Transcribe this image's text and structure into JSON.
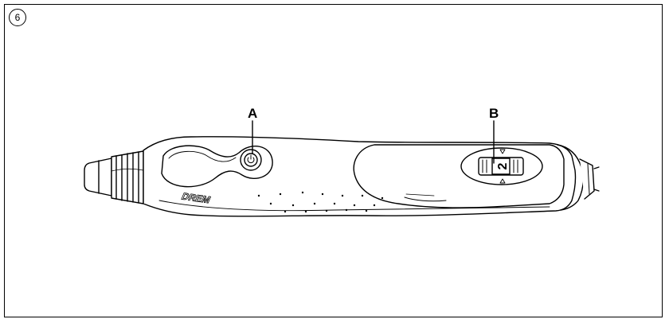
{
  "figure": {
    "number": "6"
  },
  "callouts": {
    "a": "A",
    "b": "B"
  },
  "switch": {
    "speed_setting": "2"
  },
  "tool": {
    "brand_fragment": "DREM"
  },
  "colors": {
    "line": "#000000",
    "background": "#ffffff",
    "shading": "#d9d9d9"
  }
}
